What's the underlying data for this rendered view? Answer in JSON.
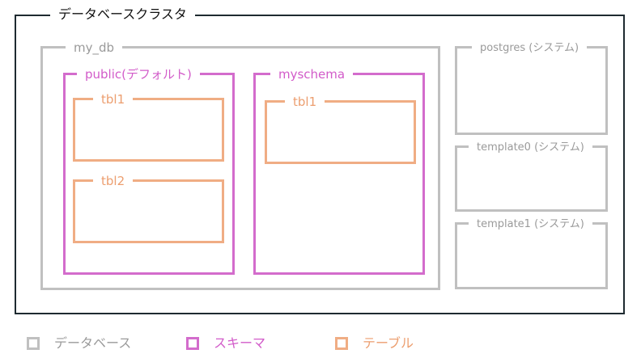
{
  "cluster": {
    "label": "データベースクラスタ"
  },
  "databases": {
    "my_db": {
      "label": "my_db",
      "schemas": {
        "public": {
          "label": "public(デフォルト)",
          "tables": [
            "tbl1",
            "tbl2"
          ]
        },
        "myschema": {
          "label": "myschema",
          "tables": [
            "tbl1"
          ]
        }
      }
    },
    "postgres": {
      "label": "postgres (システム)"
    },
    "template0": {
      "label": "template0 (システム)"
    },
    "template1": {
      "label": "template1 (システム)"
    }
  },
  "legend": [
    {
      "label": "データベース",
      "color": "#c0c0c0",
      "text_color": "#9a9a9a"
    },
    {
      "label": "スキーマ",
      "color": "#d36ccc",
      "text_color": "#d25bc9"
    },
    {
      "label": "テーブル",
      "color": "#f0ad84",
      "text_color": "#ec9e6f"
    }
  ]
}
